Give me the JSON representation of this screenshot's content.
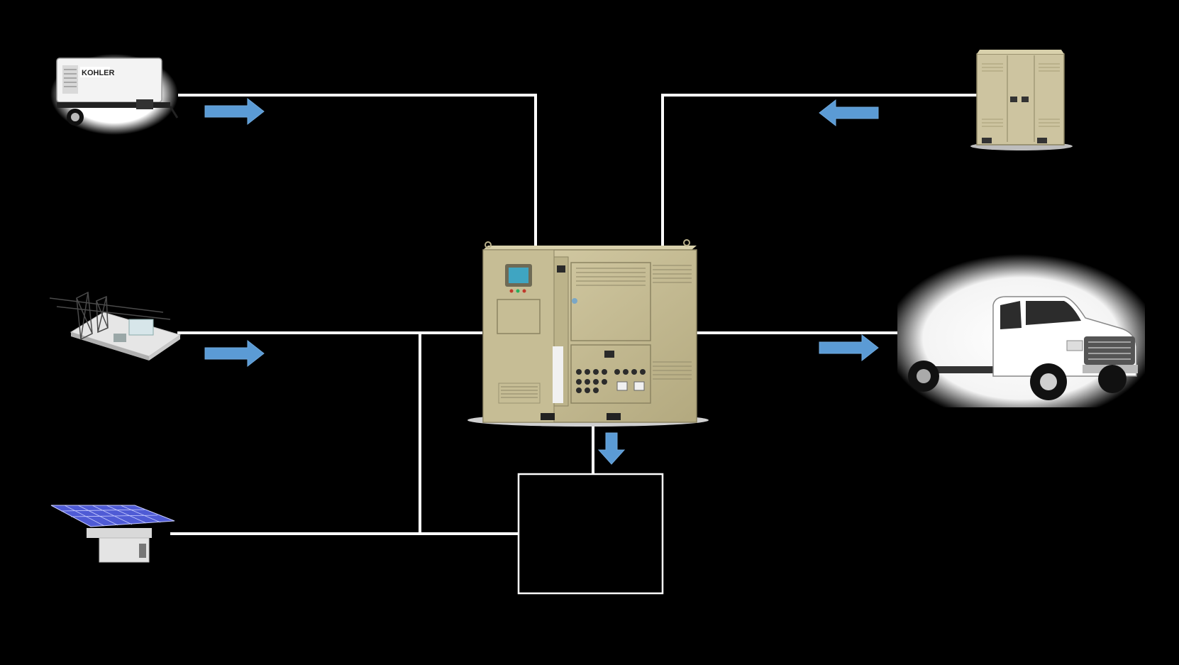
{
  "diagram": {
    "colors": {
      "background": "#000000",
      "line": "#ffffff",
      "arrow_fill": "#5b9bd5",
      "arrow_stroke": "#6fa8dc",
      "cabinet": "#c9bf98",
      "cabinet_dark": "#a89e76",
      "solar_panel": "#4f5bd5"
    },
    "nodes": [
      {
        "id": "portable-generator",
        "icon": "generator-trailer-icon",
        "label": "KOHLER"
      },
      {
        "id": "utility-substation",
        "icon": "substation-icon",
        "label": ""
      },
      {
        "id": "solar-array",
        "icon": "solar-panel-icon",
        "label": ""
      },
      {
        "id": "central-power-unit",
        "icon": "power-cabinet-icon",
        "label": ""
      },
      {
        "id": "energy-storage-cabinet",
        "icon": "storage-cabinet-icon",
        "label": ""
      },
      {
        "id": "electric-truck",
        "icon": "truck-icon",
        "label": ""
      },
      {
        "id": "output-box",
        "icon": "empty-box",
        "label": ""
      }
    ],
    "flows": [
      {
        "from": "portable-generator",
        "to": "central-power-unit",
        "direction": "right"
      },
      {
        "from": "utility-substation",
        "to": "central-power-unit",
        "direction": "right"
      },
      {
        "from": "energy-storage-cabinet",
        "to": "central-power-unit",
        "direction": "left"
      },
      {
        "from": "central-power-unit",
        "to": "electric-truck",
        "direction": "right"
      },
      {
        "from": "central-power-unit",
        "to": "output-box",
        "direction": "down"
      },
      {
        "from": "solar-array",
        "to": "central-power-unit",
        "direction": "none"
      }
    ]
  }
}
